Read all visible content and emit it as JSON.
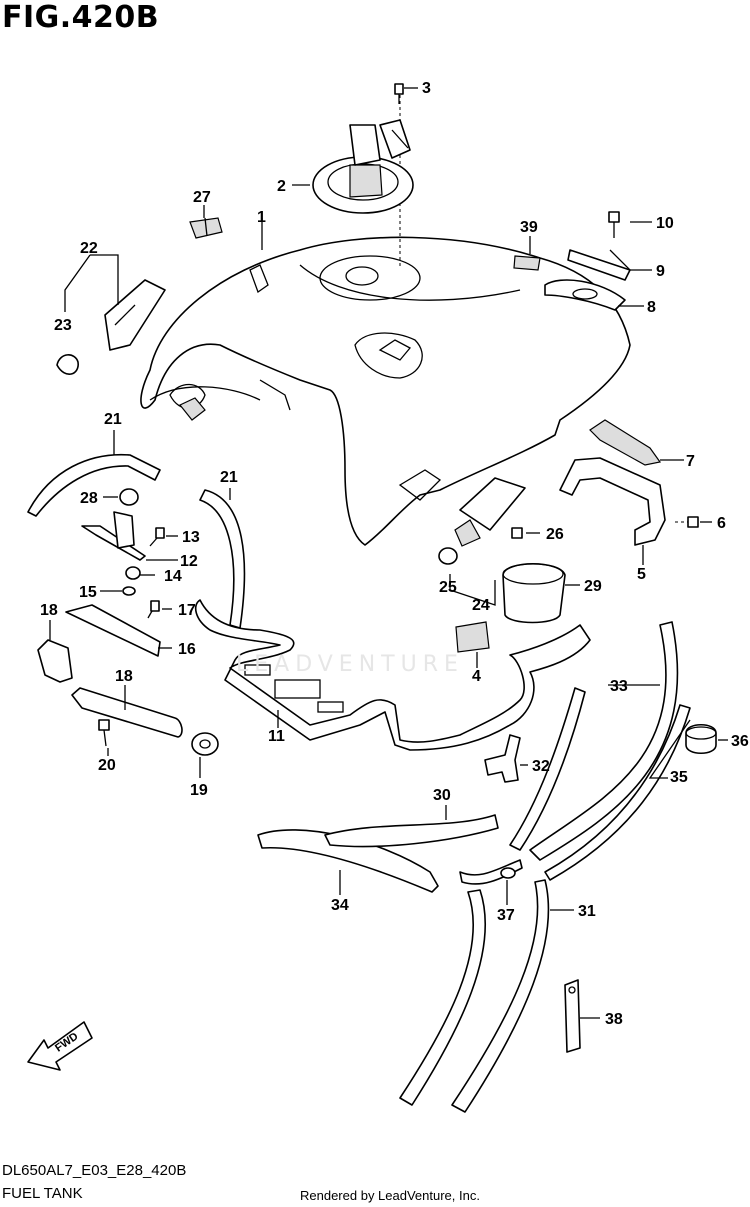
{
  "title": "FIG.420B",
  "diagram_code": "DL650AL7_E03_E28_420B",
  "diagram_name": "FUEL TANK",
  "credit": "Rendered by LeadVenture, Inc.",
  "watermark": "LEADVENTURE",
  "fwd_label": "FWD",
  "callouts": {
    "p1": "1",
    "p2": "2",
    "p3": "3",
    "p4": "4",
    "p5": "5",
    "p6": "6",
    "p7": "7",
    "p8": "8",
    "p9": "9",
    "p10": "10",
    "p11": "11",
    "p12": "12",
    "p13": "13",
    "p14": "14",
    "p15": "15",
    "p16": "16",
    "p17": "17",
    "p18a": "18",
    "p18b": "18",
    "p19": "19",
    "p20": "20",
    "p21a": "21",
    "p21b": "21",
    "p22": "22",
    "p23": "23",
    "p24": "24",
    "p25": "25",
    "p26": "26",
    "p27": "27",
    "p28": "28",
    "p29": "29",
    "p30": "30",
    "p31": "31",
    "p32": "32",
    "p33": "33",
    "p34": "34",
    "p35": "35",
    "p36": "36",
    "p37": "37",
    "p38": "38",
    "p39": "39"
  }
}
